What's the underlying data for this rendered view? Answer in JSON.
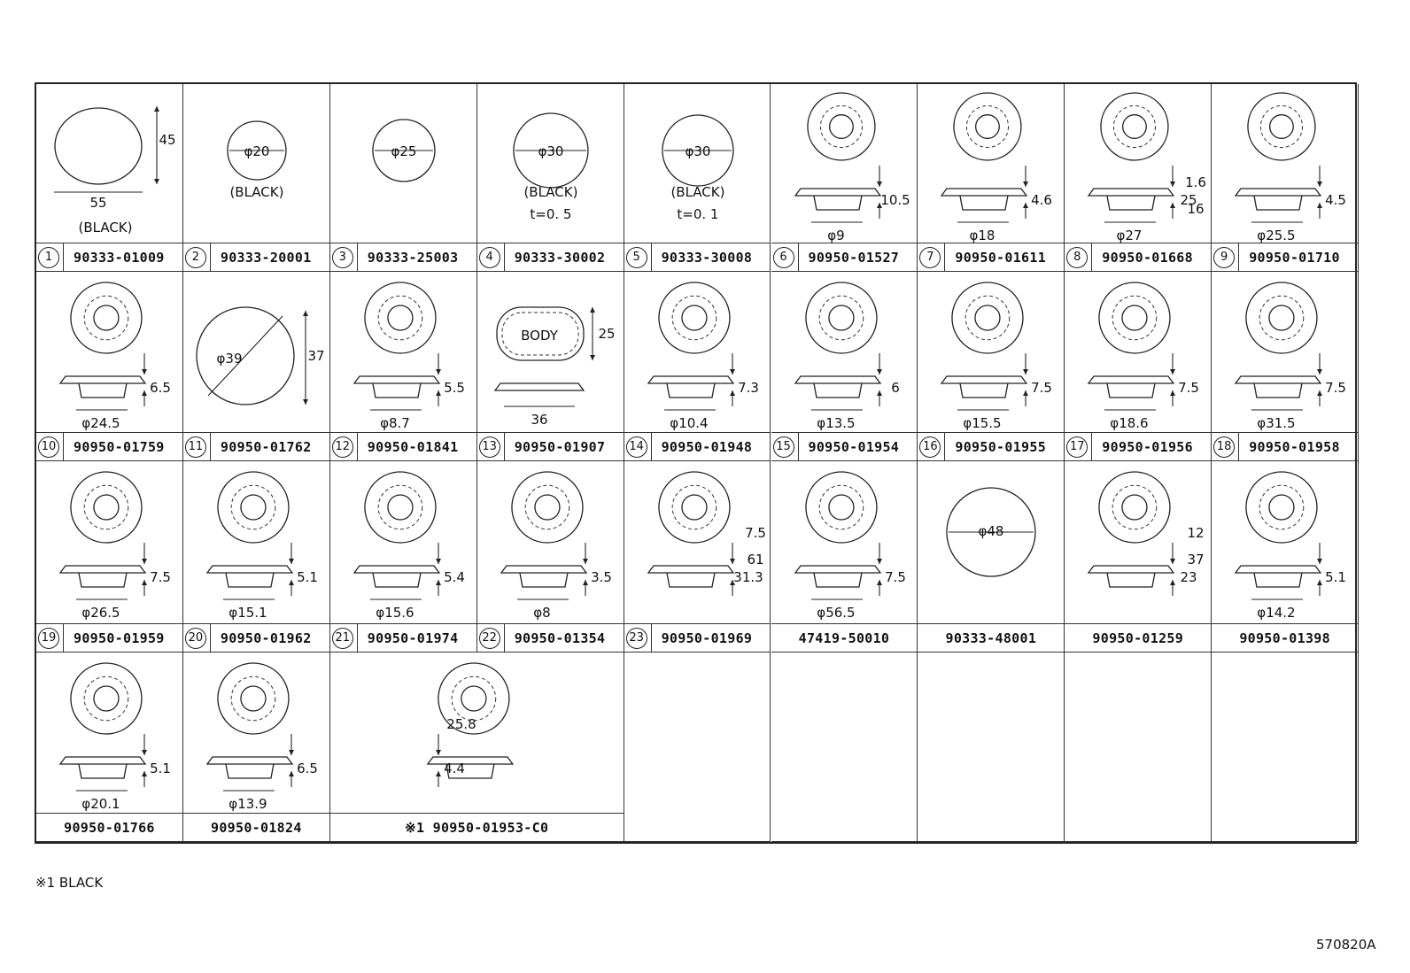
{
  "footnote": "※1 BLACK",
  "figure_code": "570820A",
  "rows": [
    [
      {
        "num": "1",
        "part": "90333-01009",
        "labels": [
          "45",
          "55",
          "(BLACK)"
        ]
      },
      {
        "num": "2",
        "part": "90333-20001",
        "labels": [
          "φ20",
          "(BLACK)"
        ]
      },
      {
        "num": "3",
        "part": "90333-25003",
        "labels": [
          "φ25"
        ]
      },
      {
        "num": "4",
        "part": "90333-30002",
        "labels": [
          "φ30",
          "(BLACK)",
          "t=0. 5"
        ]
      },
      {
        "num": "5",
        "part": "90333-30008",
        "labels": [
          "φ30",
          "(BLACK)",
          "t=0. 1"
        ]
      },
      {
        "num": "6",
        "part": "90950-01527",
        "labels": [
          "10.5",
          "φ9"
        ]
      },
      {
        "num": "7",
        "part": "90950-01611",
        "labels": [
          "4.6",
          "φ18"
        ]
      },
      {
        "num": "8",
        "part": "90950-01668",
        "labels": [
          "25",
          "φ27",
          "1.6",
          "16"
        ]
      },
      {
        "num": "9",
        "part": "90950-01710",
        "labels": [
          "4.5",
          "φ25.5"
        ]
      }
    ],
    [
      {
        "num": "10",
        "part": "90950-01759",
        "labels": [
          "6.5",
          "φ24.5"
        ]
      },
      {
        "num": "11",
        "part": "90950-01762",
        "labels": [
          "φ39",
          "37"
        ]
      },
      {
        "num": "12",
        "part": "90950-01841",
        "labels": [
          "5.5",
          "φ8.7"
        ]
      },
      {
        "num": "13",
        "part": "90950-01907",
        "labels": [
          "BODY",
          "25",
          "36"
        ]
      },
      {
        "num": "14",
        "part": "90950-01948",
        "labels": [
          "7.3",
          "φ10.4"
        ]
      },
      {
        "num": "15",
        "part": "90950-01954",
        "labels": [
          "6",
          "φ13.5"
        ]
      },
      {
        "num": "16",
        "part": "90950-01955",
        "labels": [
          "7.5",
          "φ15.5"
        ]
      },
      {
        "num": "17",
        "part": "90950-01956",
        "labels": [
          "7.5",
          "φ18.6"
        ]
      },
      {
        "num": "18",
        "part": "90950-01958",
        "labels": [
          "7.5",
          "φ31.5"
        ]
      }
    ],
    [
      {
        "num": "19",
        "part": "90950-01959",
        "labels": [
          "7.5",
          "φ26.5"
        ]
      },
      {
        "num": "20",
        "part": "90950-01962",
        "labels": [
          "5.1",
          "φ15.1"
        ]
      },
      {
        "num": "21",
        "part": "90950-01974",
        "labels": [
          "5.4",
          "φ15.6"
        ]
      },
      {
        "num": "22",
        "part": "90950-01354",
        "labels": [
          "3.5",
          "φ8"
        ]
      },
      {
        "num": "23",
        "part": "90950-01969",
        "labels": [
          "31.3",
          "7.5",
          "61"
        ]
      },
      {
        "num": "",
        "part": "47419-50010",
        "labels": [
          "7.5",
          "φ56.5"
        ]
      },
      {
        "num": "",
        "part": "90333-48001",
        "labels": [
          "φ48"
        ]
      },
      {
        "num": "",
        "part": "90950-01259",
        "labels": [
          "23",
          "12",
          "37"
        ]
      },
      {
        "num": "",
        "part": "90950-01398",
        "labels": [
          "5.1",
          "φ14.2"
        ]
      }
    ],
    [
      {
        "num": "",
        "part": "90950-01766",
        "labels": [
          "5.1",
          "φ20.1"
        ]
      },
      {
        "num": "",
        "part": "90950-01824",
        "labels": [
          "6.5",
          "φ13.9"
        ]
      },
      {
        "num": "",
        "part": "※1 90950-01953-C0",
        "labels": [
          "4.4",
          "25.8"
        ]
      }
    ]
  ]
}
